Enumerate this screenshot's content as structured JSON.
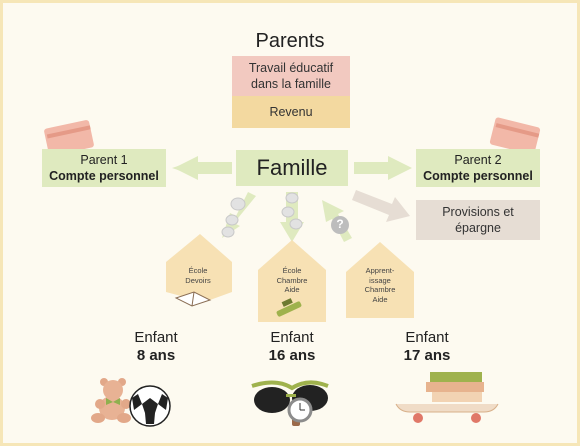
{
  "parents_title": "Parents",
  "travail": {
    "line1": "Travail éducatif",
    "line2": "dans la famille"
  },
  "revenu": "Revenu",
  "famille": "Famille",
  "parent1": {
    "line1": "Parent 1",
    "line2": "Compte personnel"
  },
  "parent2": {
    "line1": "Parent 2",
    "line2": "Compte personnel"
  },
  "provisions": {
    "line1": "Provisions et",
    "line2": "épargne"
  },
  "question_mark": "?",
  "houses": [
    {
      "lines": [
        "École",
        "Devoirs"
      ]
    },
    {
      "lines": [
        "École",
        "Chambre",
        "Aide"
      ]
    },
    {
      "lines": [
        "Apprent-",
        "issage",
        "Chambre",
        "Aide"
      ]
    }
  ],
  "enfants": [
    {
      "label": "Enfant",
      "age": "8 ans"
    },
    {
      "label": "Enfant",
      "age": "16 ans"
    },
    {
      "label": "Enfant",
      "age": "17 ans"
    }
  ],
  "colors": {
    "border": "#f6e6b7",
    "background": "#fdfaf0",
    "green_box": "#dfeabf",
    "pink_box": "#f2c9c0",
    "yellow_box": "#f3d9a0",
    "grey_box": "#e6ddd4",
    "house": "#f7e1b4"
  },
  "icons": [
    "credit-card-icon",
    "coin-icon",
    "book-icon",
    "comb-icon",
    "teddy-bear-icon",
    "soccer-ball-icon",
    "sunglasses-icon",
    "watch-icon",
    "books-stack-icon",
    "skateboard-icon"
  ]
}
